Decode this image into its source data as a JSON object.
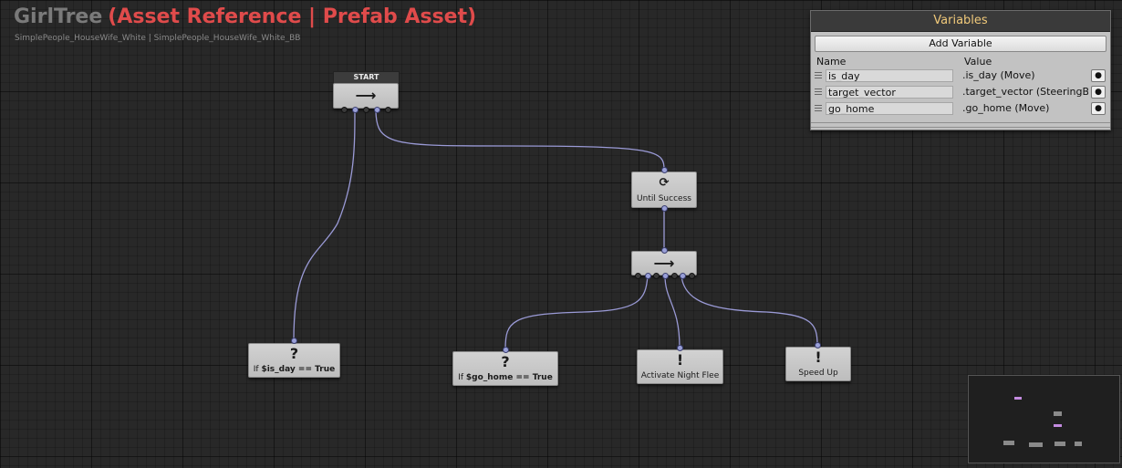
{
  "header": {
    "tree_name": "GirlTree",
    "reference": "(Asset Reference | Prefab Asset)",
    "subtitle": "SimplePeople_HouseWife_White | SimplePeople_HouseWife_White_BB"
  },
  "colors": {
    "background": "#282828",
    "title": "#7a7a7a",
    "reference": "#e04b4b",
    "wire": "#9a9ad6",
    "panel_header_text": "#f0c97a",
    "minimap_selected": "#c38be0"
  },
  "nodes": {
    "start_label": "START",
    "root_sequencer_icon": "arrow-right-icon",
    "root_sequencer_glyph": "⟶",
    "until_success": {
      "icon": "repeat-icon",
      "glyph": "🔄",
      "label": "Until Success"
    },
    "sequencer2": {
      "icon": "arrow-right-icon",
      "glyph": "⟶"
    },
    "cond_is_day": {
      "icon": "question-icon",
      "glyph": "?",
      "prefix": "If ",
      "var": "$is_day",
      "suffix": " == True"
    },
    "cond_go_home": {
      "icon": "question-icon",
      "glyph": "?",
      "prefix": "If ",
      "var": "$go_home",
      "suffix": " == True"
    },
    "action_night_flee": {
      "icon": "exclamation-icon",
      "glyph": "!",
      "label": "Activate Night Flee"
    },
    "action_speed_up": {
      "icon": "exclamation-icon",
      "glyph": "!",
      "label": "Speed Up"
    }
  },
  "variables": {
    "title": "Variables",
    "add_label": "Add Variable",
    "col_name": "Name",
    "col_value": "Value",
    "rows": [
      {
        "name": "is_day",
        "value": ".is_day (Move)"
      },
      {
        "name": "target_vector",
        "value": ".target_vector (SteeringB"
      },
      {
        "name": "go_home",
        "value": ".go_home (Move)"
      }
    ],
    "bind_glyph": "●"
  }
}
